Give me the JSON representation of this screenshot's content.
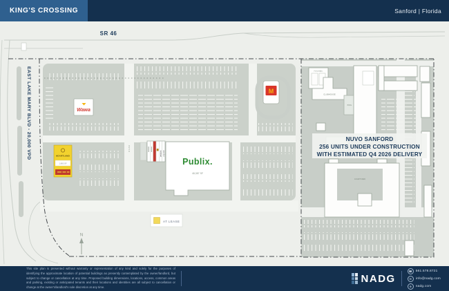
{
  "header": {
    "title": "KING'S CROSSING",
    "location": "Sanford | Florida"
  },
  "roads": {
    "sr46": "SR 46",
    "east_lake_mary": "EAST LAKE MARY BLVD  -  20,000 VPD"
  },
  "legend": {
    "at_lease": "AT LEASE"
  },
  "north_label": "N",
  "retail": {
    "wawa": "Wawa",
    "mcdonalds_m": "M",
    "publix_name": "Publix.",
    "publix_size": "48,387 SF",
    "heartland": "HEARTLAND",
    "heartland_suite_size": "1,800 SF",
    "patio": "PATIO",
    "verizon": "verizon",
    "liquor": "LIQUOR"
  },
  "nuvo": {
    "line1": "NUVO SANFORD",
    "line2": "256 UNITS UNDER CONSTRUCTION",
    "line3": "WITH ESTIMATED Q4 2026 DELIVERY",
    "clubhouse": "CLUBHOUSE",
    "pool": "POOL",
    "pickleball": "PICKLEBALL",
    "courtyard": "COURTYARD",
    "amenity_deck": "POOL AMENITY DECK"
  },
  "footer": {
    "disclaimer": "This site plan is presented without warranty or representation of any kind and solely for the purposes of identifying the approximate location of potential buildings as presently contemplated by the owner/landlord, but subject to change or cancellation at any time. Proposed building dimensions, locations, access, common areas and parking, existing or anticipated tenants and their locations and identities are all subject to cancellation or change at the owner's/landlord's sole discretion at any time.",
    "brand": "NADG",
    "phone": "561.578.8721",
    "email": "info@nadg.com",
    "web": "nadg.com"
  },
  "icons": {
    "phone": "☎",
    "email": "✉",
    "web": "⊕"
  },
  "colors": {
    "navy": "#14304e",
    "header_accent_blue": "#2f608f",
    "map_background": "#edefeb",
    "parking_gray": "#cbd1ca",
    "publix_green": "#2e8b33",
    "wawa_red": "#d23b32",
    "mcdonalds_red": "#d9352a",
    "arches_gold": "#f6b50f",
    "heartland_yellow": "#f2d22e",
    "at_lease_yellow": "#f3d95a"
  }
}
